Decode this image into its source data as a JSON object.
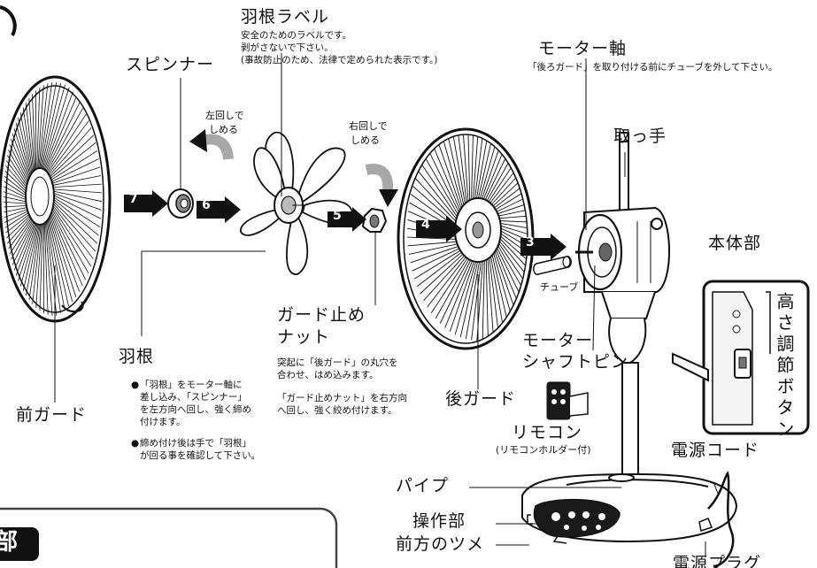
{
  "labels": {
    "blade_label_title": "羽根ラベル",
    "blade_label_note1": "安全のためのラベルです。",
    "blade_label_note2": "剥がさないで下さい。",
    "blade_label_note3": "(事故防止のため、法律で定められた表示です。)",
    "spinner": "スピンナー",
    "motor_shaft": "モーター軸",
    "motor_shaft_note": "「後ろガード」を取り付ける前にチューブを外して下さい。",
    "turn_left_1": "左回しで",
    "turn_left_2": "しめる",
    "turn_right_1": "右回しで",
    "turn_right_2": "しめる",
    "handle": "取っ手",
    "main_body": "本体部",
    "height_button": "高さ調節ボタン",
    "tube": "チューブ",
    "guard_nut_1": "ガード止め",
    "guard_nut_2": "ナット",
    "guard_nut_note1": "突起に「後ガード」の丸穴を",
    "guard_nut_note2": "合わせ、はめ込みます。",
    "guard_nut_note3": "「ガード止めナット」を右方向",
    "guard_nut_note4": "へ回し、強く絞め付けます。",
    "blade": "羽根",
    "blade_note1": "「羽根」をモーター軸に",
    "blade_note2": "差し込み、「スピンナー」",
    "blade_note3": "を左方向へ回し、強く締め",
    "blade_note4": "付けます。",
    "blade_note5": "締め付け後は手で「羽根」",
    "blade_note6": "が回る事を確認して下さい。",
    "front_guard": "前ガード",
    "rear_guard": "後ガード",
    "motor_shaft_pin_1": "モーター",
    "motor_shaft_pin_2": "シャフトピン",
    "remote": "リモコン",
    "remote_note": "(リモコンホルダー付)",
    "power_cord": "電源コード",
    "pipe": "パイプ",
    "control_panel": "操作部",
    "front_tab": "前方のツメ",
    "power_plug": "電源プラグ",
    "section_title": "部"
  },
  "steps": [
    "7",
    "6",
    "5",
    "4",
    "3"
  ],
  "icons": {
    "bullet": "●",
    "rotate_left": "rotate-left-arrow-icon",
    "rotate_right": "rotate-right-arrow-icon",
    "step_arrow": "right-arrow-icon"
  },
  "colors": {
    "ink": "#111111",
    "arrow_gray": "#9a9a9a"
  }
}
